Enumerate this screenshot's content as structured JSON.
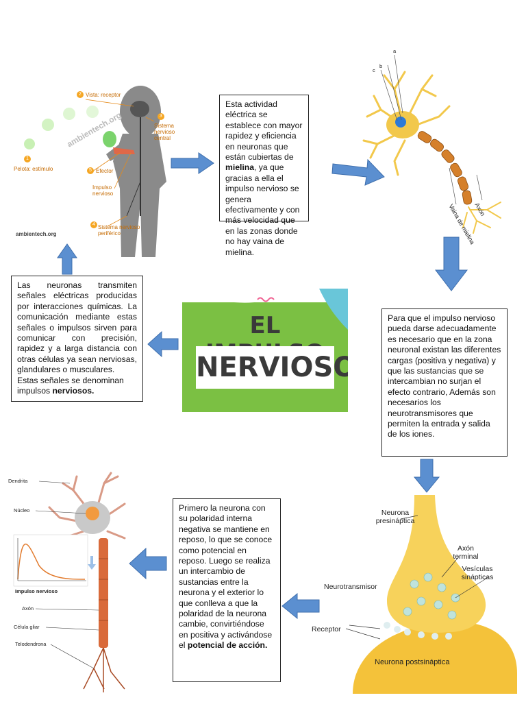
{
  "title": {
    "line1": "EL IMPULSO",
    "line2": "NERVIOSO"
  },
  "boxes": {
    "mielina": {
      "before": "Esta actividad eléctrica se establece con mayor rapidez y eficiencia en neuronas que están cubiertas de ",
      "bold": "mielina",
      "after": ", ya que gracias a ella el impulso nervioso se genera efectivamente y con más velocidad que en las zonas donde no hay vaina de mielina."
    },
    "cargas": {
      "text": "Para que el impulso nervioso pueda darse adecuadamente es necesario que en la zona neuronal existan las diferentes cargas (positiva y negativa) y que las sustancias que se intercambian no surjan el efecto contrario, Además son necesarios los neurotransmisores que permiten la entrada y salida de los iones."
    },
    "potencial": {
      "text": "Primero la neurona con su polaridad interna negativa se mantiene en reposo, lo que se conoce como potencial en reposo. Luego se realiza un intercambio de sustancias entre la neurona y el exterior lo que conlleva a que la polaridad de la neurona cambie, convirtiéndose en positiva y activándose el ",
      "bold": "potencial de acción."
    },
    "senales": {
      "justified": "Las neuronas transmiten señales eléctricas producidas por interacciones químicas. La comunicación mediante estas señales o impulsos sirven para comunicar con precisión, rapidez y a larga distancia con otras células ya sean nerviosas, glandulares o musculares.",
      "tail": "Estas señales se denominan impulsos ",
      "bold": "nerviosos."
    }
  },
  "image1": {
    "labels": {
      "pelota": "Pelota: estímulo",
      "receptor": "Vista: receptor",
      "snc": "Sistema nervioso central",
      "efector": "Efector",
      "impulso": "Impulso nervioso",
      "snp": "Sistema nervioso periférico",
      "source": "ambientech.org",
      "watermark": "ambientech.org",
      "n1": "1",
      "n2": "2",
      "n3": "3",
      "n4": "4",
      "n5": "5"
    }
  },
  "image2": {
    "labels": {
      "axon": "Axón",
      "vaina": "Vaina de mielina",
      "a": "a",
      "b": "b",
      "c": "c"
    }
  },
  "image3": {
    "labels": {
      "presinaptica": "Neurona presináptica",
      "axon_terminal": "Axón terminal",
      "vesiculas": "Vesículas sinápticas",
      "neurotransmisor": "Neurotransmisor",
      "receptor": "Receptor",
      "postsinaptica": "Neurona postsináptica"
    }
  },
  "image4": {
    "labels": {
      "dendrita": "Dendrita",
      "nucleo": "Núcleo",
      "impulso": "Impulso nervioso",
      "axon": "Axón",
      "celula_glial": "Célula gliar",
      "telodendrona": "Telodendrona"
    }
  },
  "colors": {
    "arrow": "#5b8fd0",
    "arrow_border": "#3f6fad",
    "title_green": "#7bc043",
    "title_text": "#3a3a3a"
  }
}
